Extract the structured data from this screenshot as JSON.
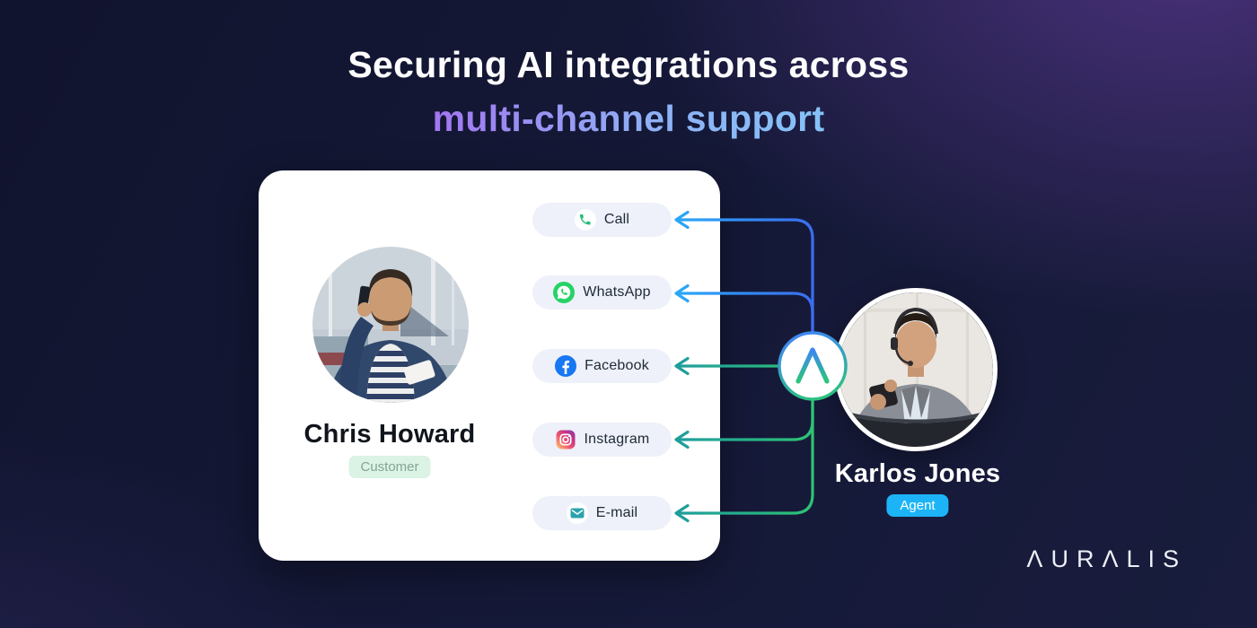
{
  "title": {
    "line1": "Securing AI integrations across",
    "line2": "multi-channel support"
  },
  "customer_card": {
    "name": "Chris Howard",
    "role_badge": "Customer",
    "channels": [
      {
        "label": "Call",
        "icon": "phone-icon",
        "line": "blue"
      },
      {
        "label": "WhatsApp",
        "icon": "whatsapp-icon",
        "line": "blue"
      },
      {
        "label": "Facebook",
        "icon": "facebook-icon",
        "line": "green"
      },
      {
        "label": "Instagram",
        "icon": "instagram-icon",
        "line": "green"
      },
      {
        "label": "E-mail",
        "icon": "email-icon",
        "line": "green"
      }
    ]
  },
  "agent": {
    "name": "Karlos Jones",
    "role_badge": "Agent"
  },
  "hub": {
    "icon": "auralis-lambda-icon"
  },
  "brand": {
    "logo_text": "ΛURΛLIS"
  },
  "colors": {
    "background_base": "#141834",
    "background_purple_glow": "#3a2a57",
    "card_bg": "#ffffff",
    "pill_bg": "#eef1f9",
    "line_blue": "#29a8f7",
    "line_blue_deep": "#3b6cf0",
    "line_green": "#2ec573",
    "line_teal": "#1e9c9c",
    "customer_badge_bg": "#daf3e5",
    "customer_badge_text": "#87a396",
    "agent_badge_bg": "#1db4f7",
    "agent_badge_text": "#ffffff",
    "title_gradient_start": "#a276f1",
    "title_gradient_end": "#85c3f8",
    "whatsapp_green": "#25d366",
    "facebook_blue": "#1877f2",
    "email_teal": "#2ba3ad",
    "call_green": "#22c07c"
  }
}
